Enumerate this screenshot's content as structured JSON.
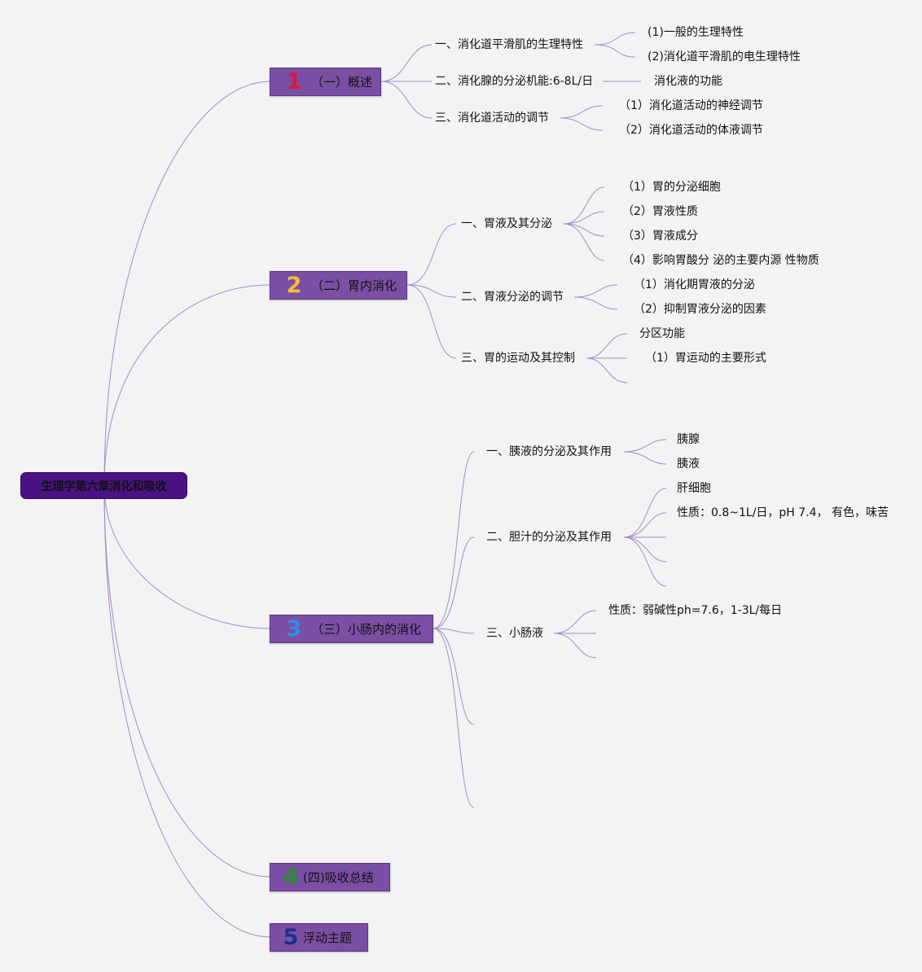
{
  "root": {
    "label": "生理学第六章消化和吸收"
  },
  "topics": [
    {
      "num": "1",
      "num_color": "#d21b3c",
      "label": "（一）概述"
    },
    {
      "num": "2",
      "num_color": "#f1c232",
      "label": "（二）胃内消化"
    },
    {
      "num": "3",
      "num_color": "#2f8fe0",
      "label": "（三）小肠内的消化"
    },
    {
      "num": "4",
      "num_color": "#2e8b2e",
      "label": "(四)吸收总结"
    },
    {
      "num": "5",
      "num_color": "#1d2f8c",
      "label": "浮动主题"
    }
  ],
  "sub1": {
    "a": "一、消化道平滑肌的生理特性",
    "a1": "(1)一般的生理特性",
    "a2": "(2)消化道平滑肌的电生理特性",
    "b": "二、消化腺的分泌机能:6-8L/日",
    "b1": "消化液的功能",
    "c": "三、消化道活动的调节",
    "c1": "（1）消化道活动的神经调节",
    "c2": "（2）消化道活动的体液调节"
  },
  "sub2": {
    "a": "一、胃液及其分泌",
    "a1": "（1）胃的分泌细胞",
    "a2": "（2）胃液性质",
    "a3": "（3）胃液成分",
    "a4": "（4）影响胃酸分 泌的主要内源 性物质",
    "b": "二、胃液分泌的调节",
    "b1": "（1）消化期胃液的分泌",
    "b2": "（2）抑制胃液分泌的因素",
    "c": "三、胃的运动及其控制",
    "c1": "分区功能",
    "c2": "（1）胃运动的主要形式"
  },
  "sub3": {
    "a": "一、胰液的分泌及其作用",
    "a1": "胰腺",
    "a2": "胰液",
    "b": "二、胆汁的分泌及其作用",
    "b1": "肝细胞",
    "b2": "性质：0.8~1L/日，pH 7.4， 有色，味苦",
    "c": "三、小肠液",
    "c1": "性质：弱碱性ph=7.6，1-3L/每日"
  }
}
